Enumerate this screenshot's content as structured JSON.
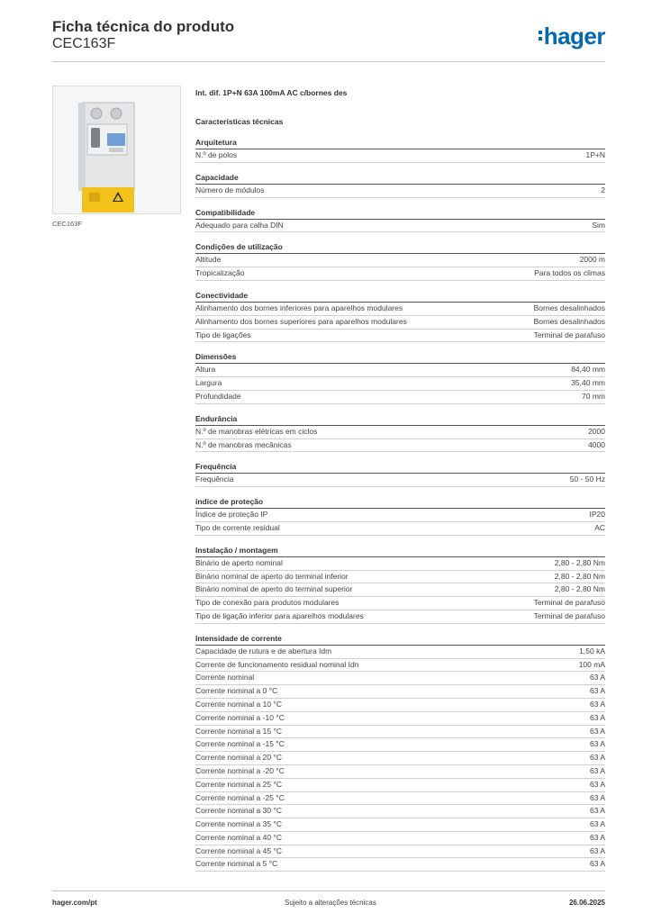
{
  "header": {
    "title": "Ficha técnica do produto",
    "subtitle": "CEC163F",
    "logo": "hager",
    "brand_color": "#0068b4"
  },
  "product": {
    "name": "Int. dif. 1P+N 63A 100mA AC c/bornes des",
    "image_caption": "CEC163F"
  },
  "section_title": "Características técnicas",
  "groups": [
    {
      "title": "Arquitetura",
      "rows": [
        {
          "label": "N.º de polos",
          "value": "1P+N"
        }
      ]
    },
    {
      "title": "Capacidade",
      "rows": [
        {
          "label": "Número de módulos",
          "value": "2"
        }
      ]
    },
    {
      "title": "Compatibilidade",
      "rows": [
        {
          "label": "Adequado para calha DIN",
          "value": "Sim"
        }
      ]
    },
    {
      "title": "Condições de utilização",
      "rows": [
        {
          "label": "Altitude",
          "value": "2000 m"
        },
        {
          "label": "Tropicalização",
          "value": "Para todos os climas"
        }
      ]
    },
    {
      "title": "Conectividade",
      "rows": [
        {
          "label": "Alinhamento dos bornes inferiores para aparelhos modulares",
          "value": "Bornes desalinhados"
        },
        {
          "label": "Alinhamento dos bornes superiores para aparelhos modulares",
          "value": "Bornes desalinhados"
        },
        {
          "label": "Tipo de ligações",
          "value": "Terminal de parafuso"
        }
      ]
    },
    {
      "title": "Dimensões",
      "rows": [
        {
          "label": "Altura",
          "value": "84,40 mm"
        },
        {
          "label": "Largura",
          "value": "35,40 mm"
        },
        {
          "label": "Profundidade",
          "value": "70 mm"
        }
      ]
    },
    {
      "title": "Endurância",
      "rows": [
        {
          "label": "N.º de manobras elétricas em ciclos",
          "value": "2000"
        },
        {
          "label": "N.º de manobras mecânicas",
          "value": "4000"
        }
      ]
    },
    {
      "title": "Frequência",
      "rows": [
        {
          "label": "Frequência",
          "value": "50 - 50 Hz"
        }
      ]
    },
    {
      "title": "índice de proteção",
      "rows": [
        {
          "label": "Índice de proteção IP",
          "value": "IP20"
        },
        {
          "label": "Tipo de corrente residual",
          "value": "AC"
        }
      ]
    },
    {
      "title": "Instalação / montagem",
      "rows": [
        {
          "label": "Binário de aperto nominal",
          "value": "2,80 - 2,80 Nm"
        },
        {
          "label": "Binário nominal de aperto do terminal inferior",
          "value": "2,80 - 2,80 Nm"
        },
        {
          "label": "Binário nominal de aperto do terminal superior",
          "value": "2,80 - 2,80 Nm"
        },
        {
          "label": "Tipo de conexão para produtos modulares",
          "value": "Terminal de parafuso"
        },
        {
          "label": "Tipo de ligação inferior para aparelhos modulares",
          "value": "Terminal de parafuso"
        }
      ]
    },
    {
      "title": "Intensidade de corrente",
      "rows": [
        {
          "label": "Capacidade de rutura e de abertura Idm",
          "value": "1,50 kA"
        },
        {
          "label": "Corrente de funcionamento residual nominal Idn",
          "value": "100 mA"
        },
        {
          "label": "Corrente nominal",
          "value": "63 A"
        },
        {
          "label": "Corrente nominal a 0 °C",
          "value": "63 A"
        },
        {
          "label": "Corrente nominal a 10 °C",
          "value": "63 A"
        },
        {
          "label": "Corrente nominal a -10 °C",
          "value": "63 A"
        },
        {
          "label": "Corrente nominal a 15 °C",
          "value": "63 A"
        },
        {
          "label": "Corrente nominal a -15 °C",
          "value": "63 A"
        },
        {
          "label": "Corrente nominal a 20 °C",
          "value": "63 A"
        },
        {
          "label": "Corrente nominal a -20 °C",
          "value": "63 A"
        },
        {
          "label": "Corrente nominal a 25 °C",
          "value": "63 A"
        },
        {
          "label": "Corrente nominal a -25 °C",
          "value": "63 A"
        },
        {
          "label": "Corrente nominal a 30 °C",
          "value": "63 A"
        },
        {
          "label": "Corrente nominal a 35 °C",
          "value": "63 A"
        },
        {
          "label": "Corrente nominal a 40 °C",
          "value": "63 A"
        },
        {
          "label": "Corrente nominal a 45 °C",
          "value": "63 A"
        },
        {
          "label": "Corrente nominal a 5 °C",
          "value": "63 A"
        }
      ]
    }
  ],
  "footer": {
    "website": "hager.com/pt",
    "notice": "Sujeito a alterações técnicas",
    "date": "26.06.2025"
  }
}
